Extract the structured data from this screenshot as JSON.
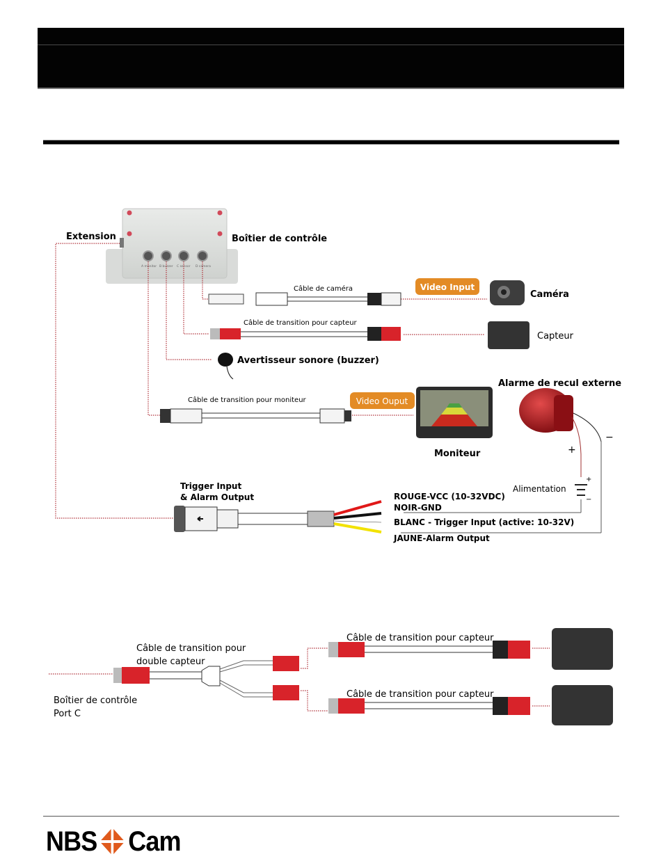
{
  "header": {
    "title": "",
    "subtitle": ""
  },
  "diagram1": {
    "labels": {
      "extension": "Extension",
      "control_box": "Boîtier de contrôle",
      "ports": [
        "A monitor",
        "B buzzer",
        "C sensor",
        "D camera"
      ],
      "camera_cable": "Câble de caméra",
      "video_input": "Video Input",
      "camera": "Caméra",
      "sensor_cable": "Câble de transition pour capteur",
      "sensor": "Capteur",
      "buzzer": "Avertisseur sonore (buzzer)",
      "monitor_cable": "Câble de transition pour moniteur",
      "video_output": "Video Ouput",
      "monitor": "Moniteur",
      "external_alarm": "Alarme de recul externe",
      "plus": "+",
      "minus": "−",
      "power": "Alimentation",
      "trigger_line1": "Trigger Input",
      "trigger_line2": "& Alarm Output",
      "wire_red": "ROUGE-VCC (10-32VDC)",
      "wire_black": "NOIR-GND",
      "wire_white": "BLANC - Trigger Input (active: 10-32V)",
      "wire_yellow": "JAUNE-Alarm Output"
    },
    "colors": {
      "badge": "#e38b25",
      "dotted_link": "#b0323a",
      "red_connector": "#d8232a",
      "wire_red": "#e01818",
      "wire_black": "#111111",
      "wire_yellow": "#f2e200",
      "alarm": "#b3141a"
    }
  },
  "diagram2": {
    "labels": {
      "double_cable_line1": "Câble de transition pour",
      "double_cable_line2": "double capteur",
      "port_line1": "Boîtier de contrôle",
      "port_line2": "Port C",
      "sensor_cable_top": "Câble de transition pour capteur",
      "sensor_cable_bottom": "Câble de transition pour capteur"
    }
  },
  "footer": {
    "logo_left": "NBS",
    "logo_right": "Cam",
    "logo_mark_color": "#e05a1c"
  }
}
